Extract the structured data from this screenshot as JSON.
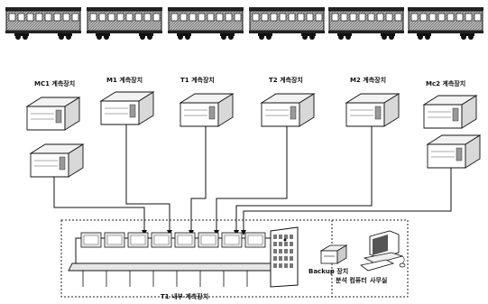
{
  "cars": [
    {
      "id": "car-1"
    },
    {
      "id": "car-2"
    },
    {
      "id": "car-3"
    },
    {
      "id": "car-4"
    },
    {
      "id": "car-5"
    },
    {
      "id": "car-6"
    }
  ],
  "devices": [
    {
      "label": "MC1 계측장치",
      "units": 2
    },
    {
      "label": "M1 계측장치",
      "units": 1
    },
    {
      "label": "T1 계측장치",
      "units": 1
    },
    {
      "label": "T2 계측장치",
      "units": 1
    },
    {
      "label": "M2 계측장치",
      "units": 1
    },
    {
      "label": "Mc2 계측장치",
      "units": 2
    }
  ],
  "onboard_room": {
    "label": "T1 내부 계측장치"
  },
  "office": {
    "label": "사무실",
    "backup_label": "Backup 장치",
    "computer_label": "분석 컴퓨터"
  }
}
